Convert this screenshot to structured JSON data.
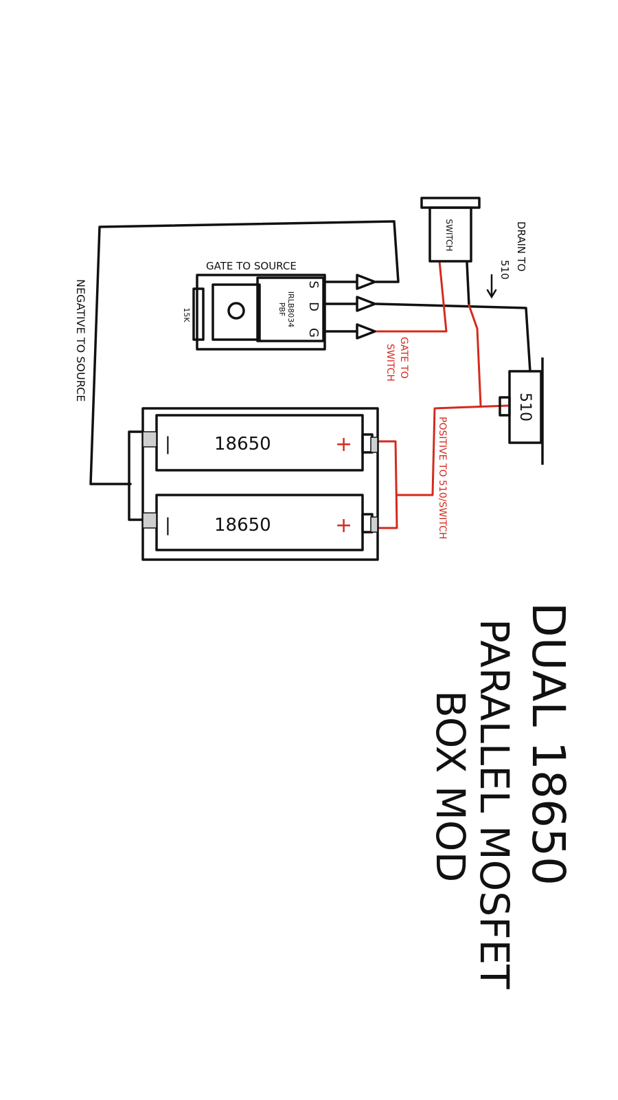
{
  "colors": {
    "ink": "#111111",
    "positive_wire": "#d42a1e",
    "background": "#ffffff",
    "contact": "#cfcfcf"
  },
  "title": {
    "line1": "DUAL 18650",
    "line2": "PARALLEL MOSFET",
    "line3": "BOX MOD"
  },
  "mosfet": {
    "part_line1": "IRLB8034",
    "part_line2": "PBF",
    "pin_s": "S",
    "pin_d": "D",
    "pin_g": "G",
    "resistor_label": "15K"
  },
  "labels": {
    "gate_to_source": "GATE TO SOURCE",
    "gate_to_switch_1": "GATE TO",
    "gate_to_switch_2": "SWITCH",
    "drain_to_510_1": "DRAIN TO",
    "drain_to_510_2": "510",
    "negative_to_source": "NEGATIVE TO SOURCE",
    "positive_to_510_switch": "POSITIVE TO 510/SWITCH"
  },
  "switch": {
    "label": "SWITCH"
  },
  "connector_510": {
    "label": "510"
  },
  "batteries": [
    {
      "label": "18650",
      "minus": "|",
      "plus": "+"
    },
    {
      "label": "18650",
      "minus": "|",
      "plus": "+"
    }
  ]
}
